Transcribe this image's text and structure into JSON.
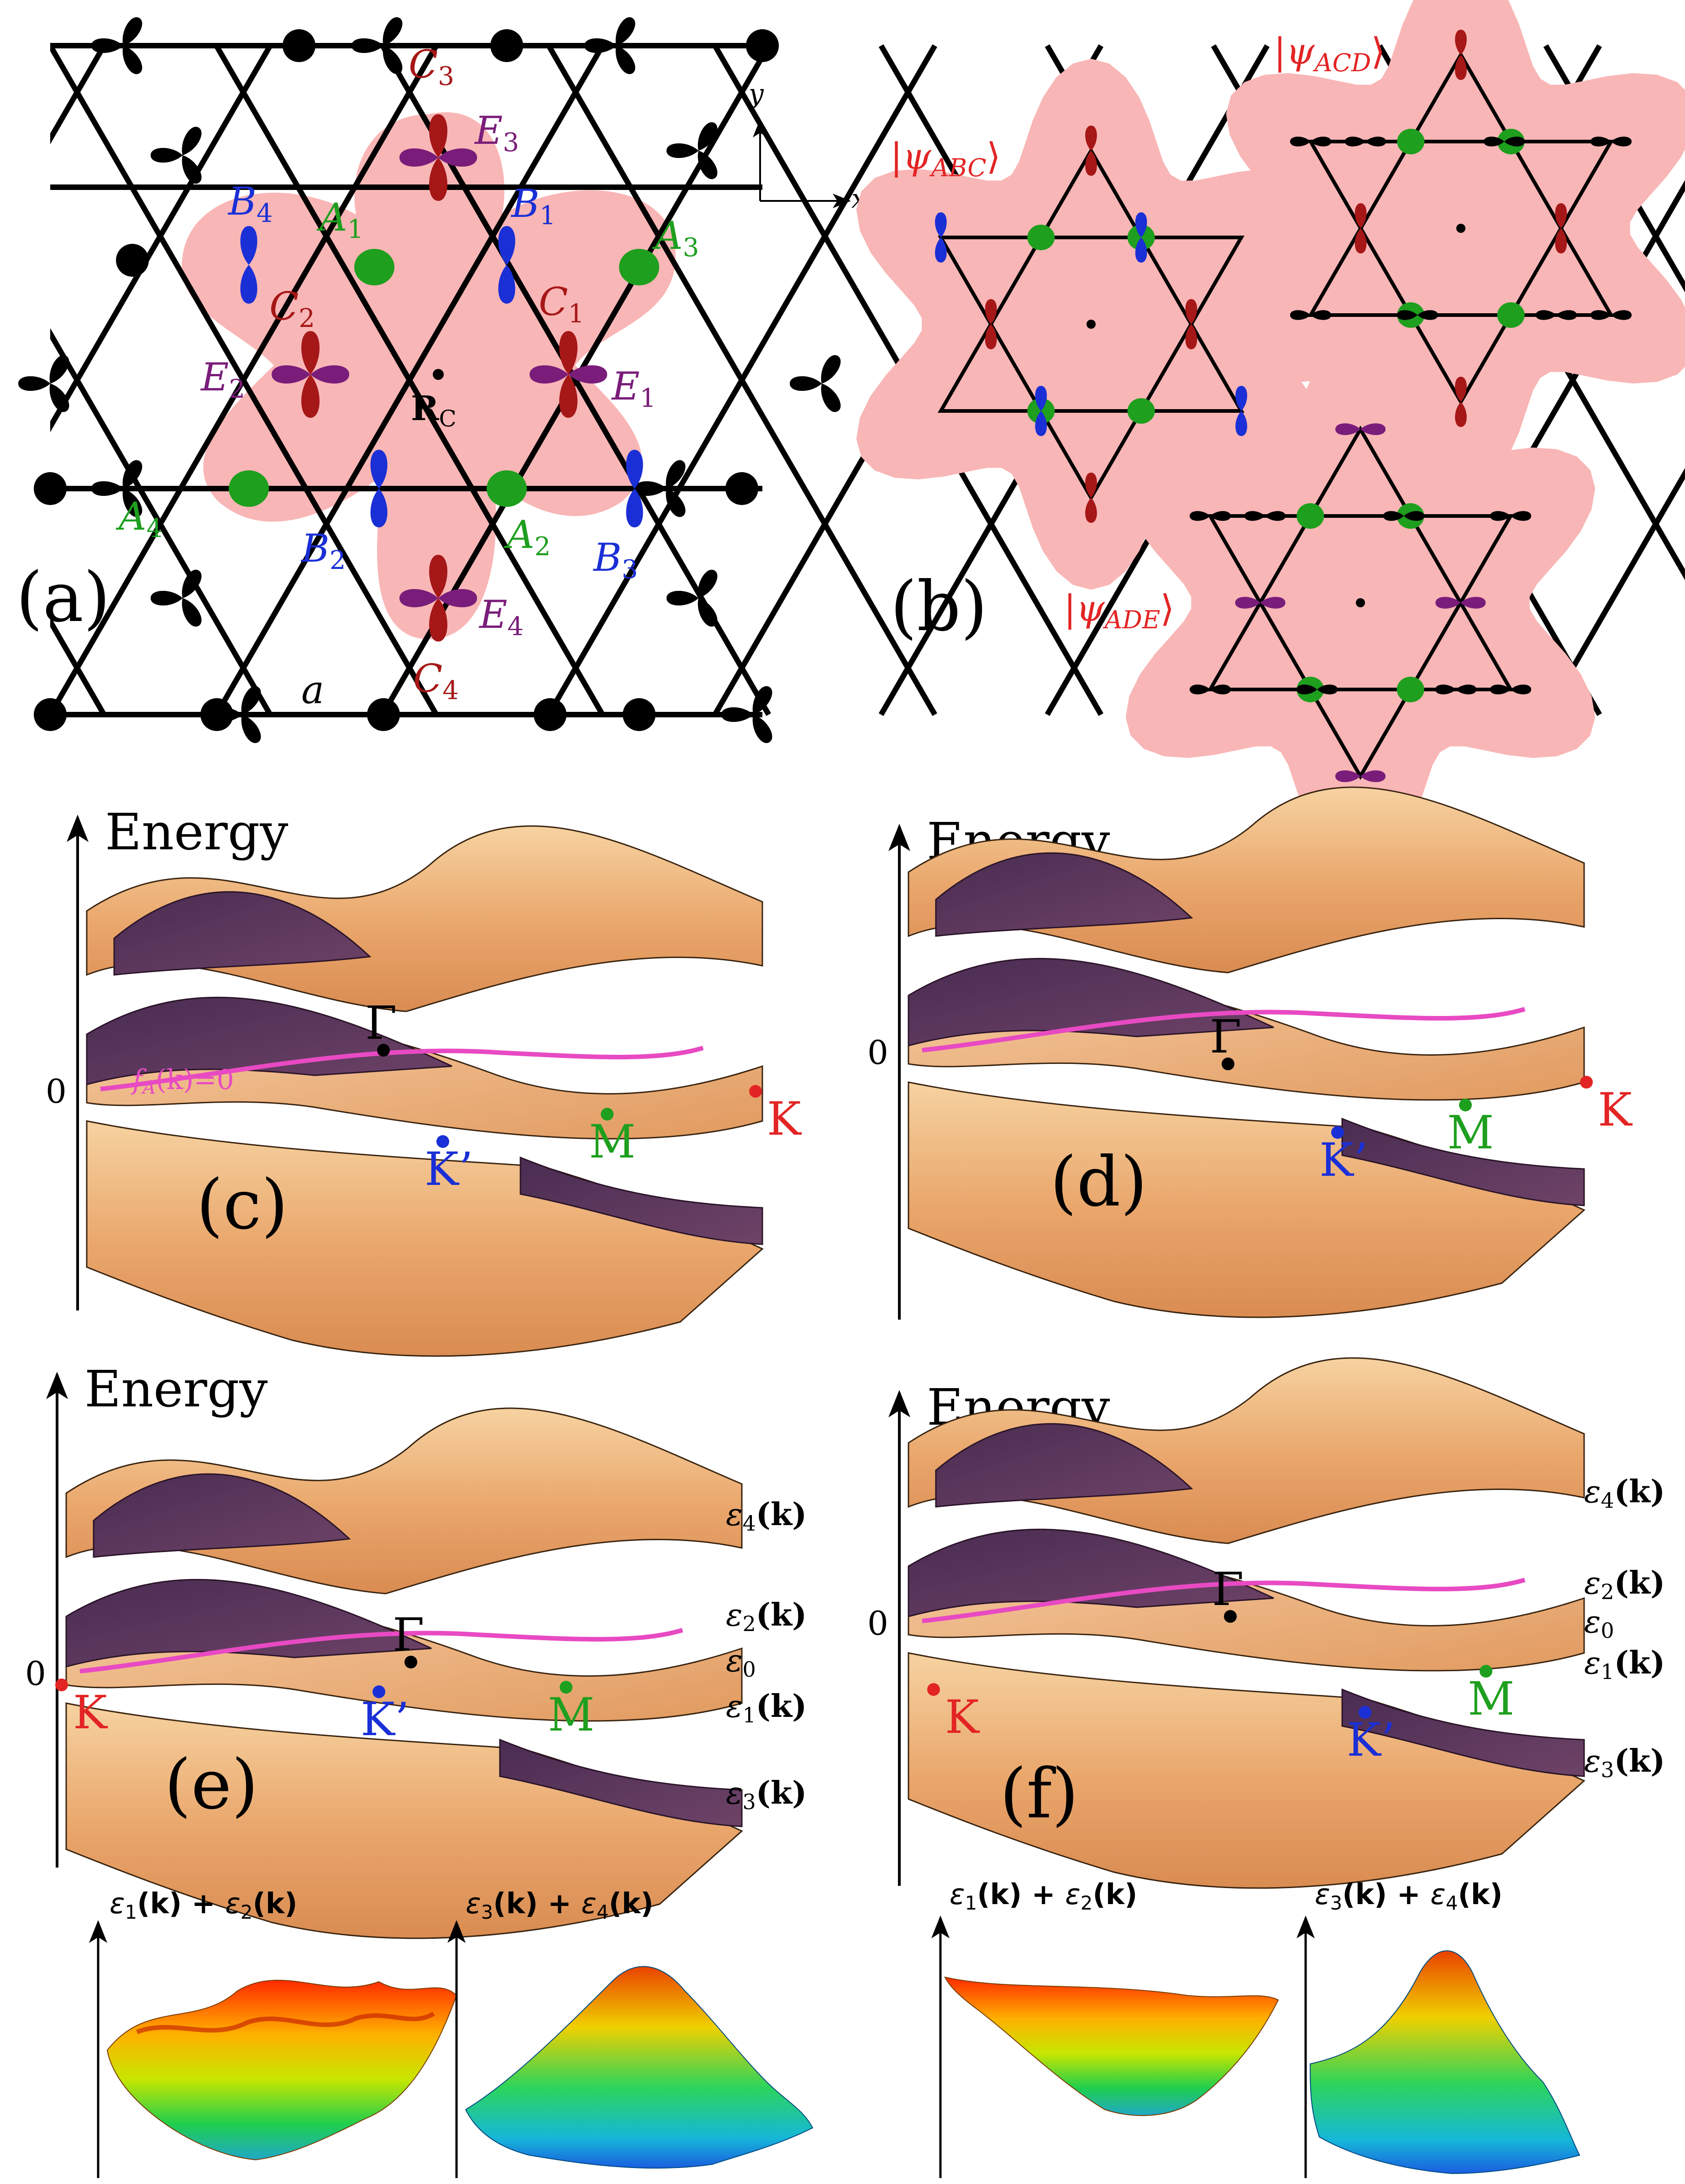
{
  "colors": {
    "bg": "#ffffff",
    "line": "#000000",
    "halo": "#f9b6b6",
    "red": "#a61717",
    "blue": "#1a2fd6",
    "green": "#1e9f1e",
    "purple": "#7a1d7a",
    "magenta": "#e84ac3",
    "orange": "#e5a064",
    "orange_light": "#f3c891",
    "purple_dark": "#5a3559",
    "red_dot": "#e32424"
  },
  "panel_labels": {
    "a": "(a)",
    "b": "(b)",
    "c": "(c)",
    "d": "(d)",
    "e": "(e)",
    "f": "(f)"
  },
  "panel_a": {
    "axis_x": "x",
    "axis_y": "y",
    "lattice_const": "a",
    "center": "R",
    "center_sub": "C",
    "sites": [
      {
        "letter": "A",
        "sub": "1",
        "color": "green"
      },
      {
        "letter": "A",
        "sub": "2",
        "color": "green"
      },
      {
        "letter": "A",
        "sub": "3",
        "color": "green"
      },
      {
        "letter": "A",
        "sub": "4",
        "color": "green"
      },
      {
        "letter": "B",
        "sub": "1",
        "color": "blue"
      },
      {
        "letter": "B",
        "sub": "2",
        "color": "blue"
      },
      {
        "letter": "B",
        "sub": "3",
        "color": "blue"
      },
      {
        "letter": "B",
        "sub": "4",
        "color": "blue"
      },
      {
        "letter": "C",
        "sub": "1",
        "color": "red"
      },
      {
        "letter": "C",
        "sub": "2",
        "color": "red"
      },
      {
        "letter": "C",
        "sub": "3",
        "color": "red"
      },
      {
        "letter": "C",
        "sub": "4",
        "color": "red"
      },
      {
        "letter": "E",
        "sub": "1",
        "color": "purple"
      },
      {
        "letter": "E",
        "sub": "2",
        "color": "purple"
      },
      {
        "letter": "E",
        "sub": "3",
        "color": "purple"
      },
      {
        "letter": "E",
        "sub": "4",
        "color": "purple"
      }
    ]
  },
  "panel_b": {
    "states": [
      {
        "psi": "ψ",
        "sub": "ABC"
      },
      {
        "psi": "ψ",
        "sub": "ACD"
      },
      {
        "psi": "ψ",
        "sub": "ADE"
      }
    ]
  },
  "energy_label": "Energy",
  "zero": "0",
  "points": {
    "gamma": "Γ",
    "k": "K",
    "kprime": "K’",
    "m": "M"
  },
  "fa_curve_label": "f",
  "fa_curve_sub": "A",
  "fa_curve_rest": "(k)=0",
  "bands": [
    "ε4(k)",
    "ε2(k)",
    "ε0",
    "ε1(k)",
    "ε3(k)"
  ],
  "band_parts": [
    {
      "eps": "ε",
      "sub": "4",
      "rest": "(k)"
    },
    {
      "eps": "ε",
      "sub": "2",
      "rest": "(k)"
    },
    {
      "eps": "ε",
      "sub": "0",
      "rest": ""
    },
    {
      "eps": "ε",
      "sub": "1",
      "rest": "(k)"
    },
    {
      "eps": "ε",
      "sub": "3",
      "rest": "(k)"
    }
  ],
  "sum_labels": {
    "e12": {
      "a": "ε",
      "as": "1",
      "mid": "(k) + ",
      "b": "ε",
      "bs": "2",
      "end": "(k)"
    },
    "e34": {
      "a": "ε",
      "as": "3",
      "mid": "(k) + ",
      "b": "ε",
      "bs": "4",
      "end": "(k)"
    }
  }
}
